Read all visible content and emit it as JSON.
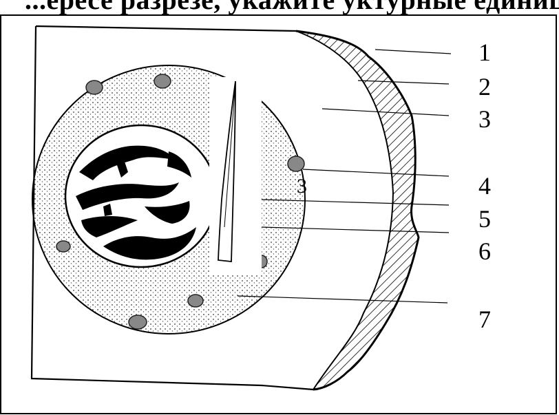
{
  "header": {
    "visible_text": "...ересе разрезе, укажите уктурные единицы"
  },
  "diagram": {
    "labels": [
      "1",
      "2",
      "3",
      "4",
      "5",
      "6",
      "7"
    ],
    "inner_label": "3"
  },
  "colors": {
    "ink": "#000000",
    "paper": "#ffffff"
  }
}
